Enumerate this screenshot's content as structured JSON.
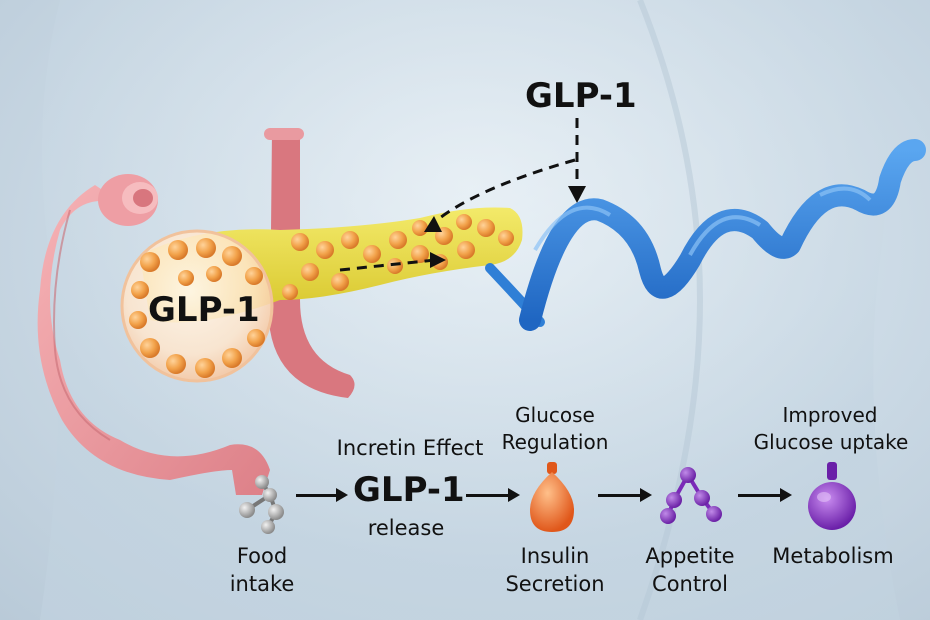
{
  "labels": {
    "glp1_top": "GLP-1",
    "glp1_bubble": "GLP-1",
    "incretin_effect": "Incretin Effect",
    "glp1_release_big": "GLP-1",
    "glp1_release_small": "release",
    "food_intake_1": "Food",
    "food_intake_2": "intake",
    "glucose_regulation_1": "Glucose",
    "glucose_regulation_2": "Regulation",
    "insulin_secretion_1": "Insulin",
    "insulin_secretion_2": "Secretion",
    "appetite_control_1": "Appetite",
    "appetite_control_2": "Control",
    "improved_uptake_1": "Improved",
    "improved_uptake_2": "Glucose uptake",
    "metabolism": "Metabolism"
  },
  "colors": {
    "pancreas": "#e8dc3a",
    "helix": "#2f7fd6",
    "colon": "#ec9aa0",
    "insulin_drop": "#f07a2a",
    "molecule": "#8a3cc4"
  }
}
